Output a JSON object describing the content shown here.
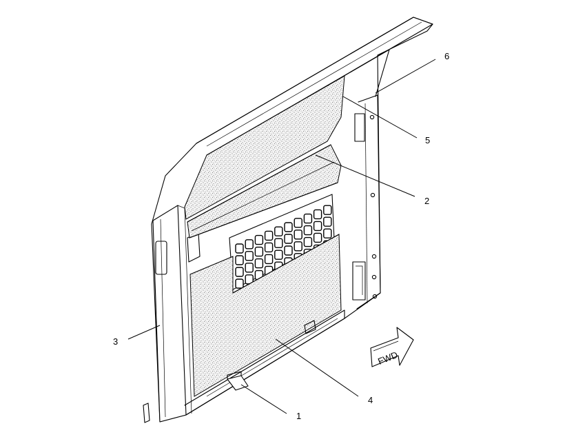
{
  "diagram": {
    "callouts": [
      {
        "id": "1",
        "label": "1"
      },
      {
        "id": "2",
        "label": "2"
      },
      {
        "id": "3",
        "label": "3"
      },
      {
        "id": "4",
        "label": "4"
      },
      {
        "id": "5",
        "label": "5"
      },
      {
        "id": "6",
        "label": "6"
      }
    ],
    "arrow_label": "FWD"
  }
}
